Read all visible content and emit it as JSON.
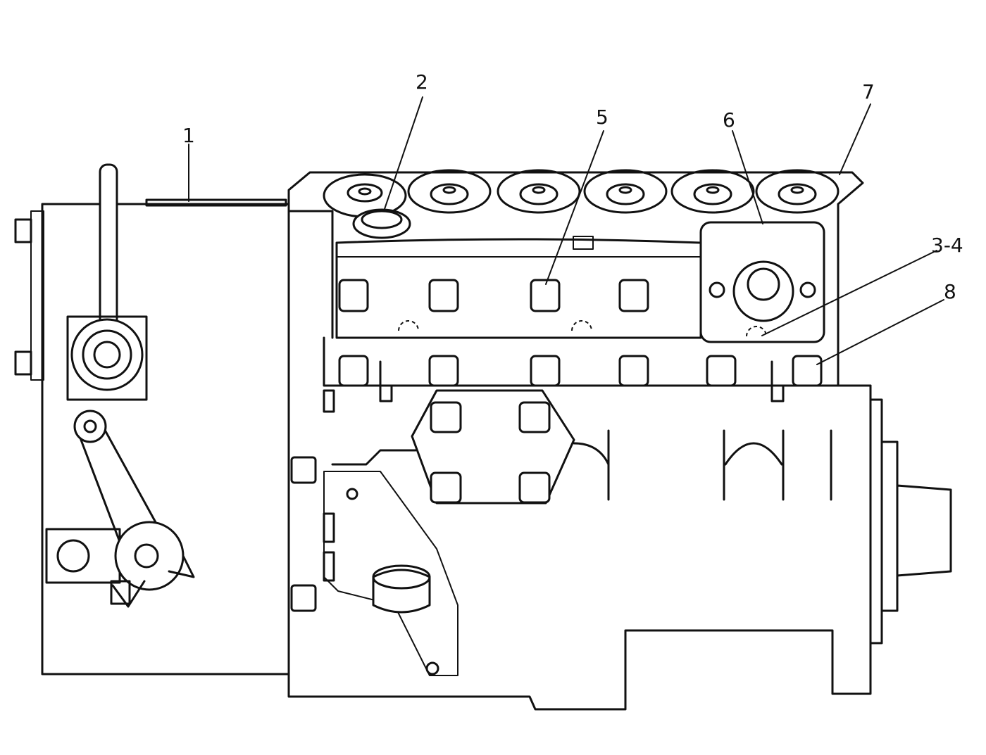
{
  "diagram": {
    "callouts": [
      {
        "id": "c1",
        "label": "1"
      },
      {
        "id": "c2",
        "label": "2"
      },
      {
        "id": "c5",
        "label": "5"
      },
      {
        "id": "c6",
        "label": "6"
      },
      {
        "id": "c7",
        "label": "7"
      },
      {
        "id": "c34",
        "label": "3-4"
      },
      {
        "id": "c8",
        "label": "8"
      }
    ],
    "colors": {
      "line": "#111111",
      "background": "#ffffff"
    }
  }
}
